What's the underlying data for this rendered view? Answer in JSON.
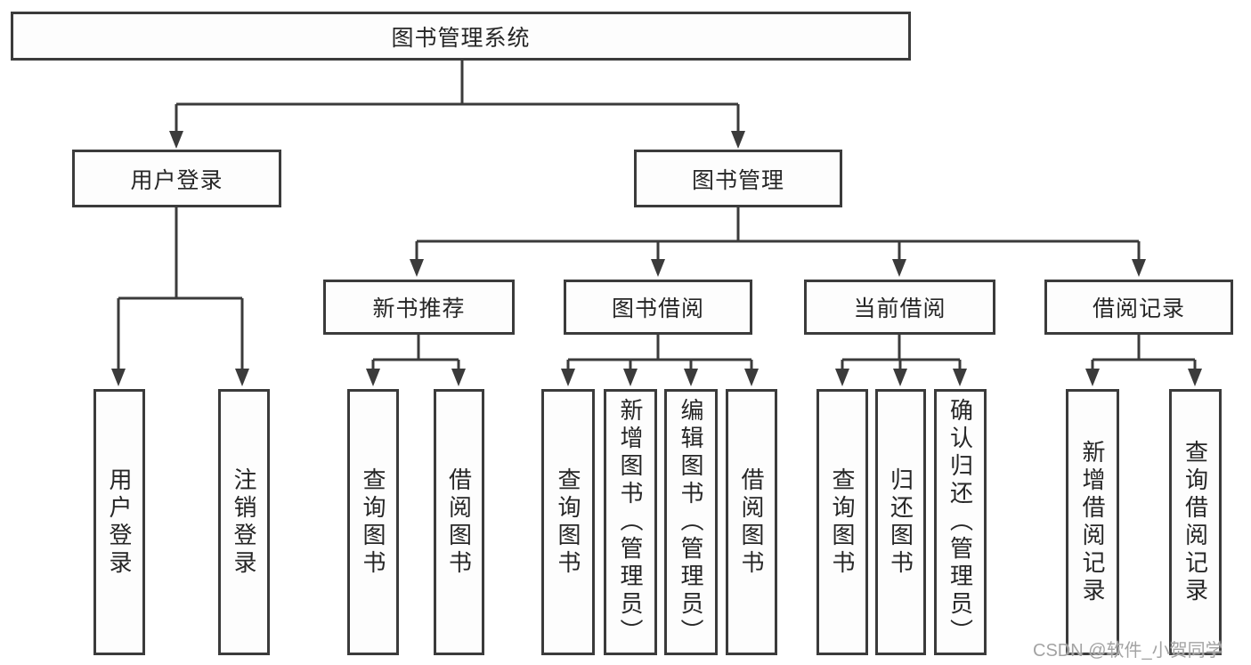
{
  "tree": {
    "label": "图书管理系统",
    "children": [
      {
        "label": "用户登录",
        "children": [
          {
            "label": "用户登录"
          },
          {
            "label": "注销登录"
          }
        ]
      },
      {
        "label": "图书管理",
        "children": [
          {
            "label": "新书推荐",
            "children": [
              {
                "label": "查询图书"
              },
              {
                "label": "借阅图书"
              }
            ]
          },
          {
            "label": "图书借阅",
            "children": [
              {
                "label": "查询图书"
              },
              {
                "label": "新增图书（管理员）"
              },
              {
                "label": "编辑图书（管理员）"
              },
              {
                "label": "借阅图书"
              }
            ]
          },
          {
            "label": "当前借阅",
            "children": [
              {
                "label": "查询图书"
              },
              {
                "label": "归还图书"
              },
              {
                "label": "确认归还（管理员）"
              }
            ]
          },
          {
            "label": "借阅记录",
            "children": [
              {
                "label": "新增借阅记录"
              },
              {
                "label": "查询借阅记录"
              }
            ]
          }
        ]
      }
    ]
  },
  "watermark": "CSDN @软件_小贺同学",
  "colors": {
    "line": "#3b3b3b",
    "text": "#262626",
    "watermark": "#a3a3a3",
    "background": "#ffffff"
  }
}
